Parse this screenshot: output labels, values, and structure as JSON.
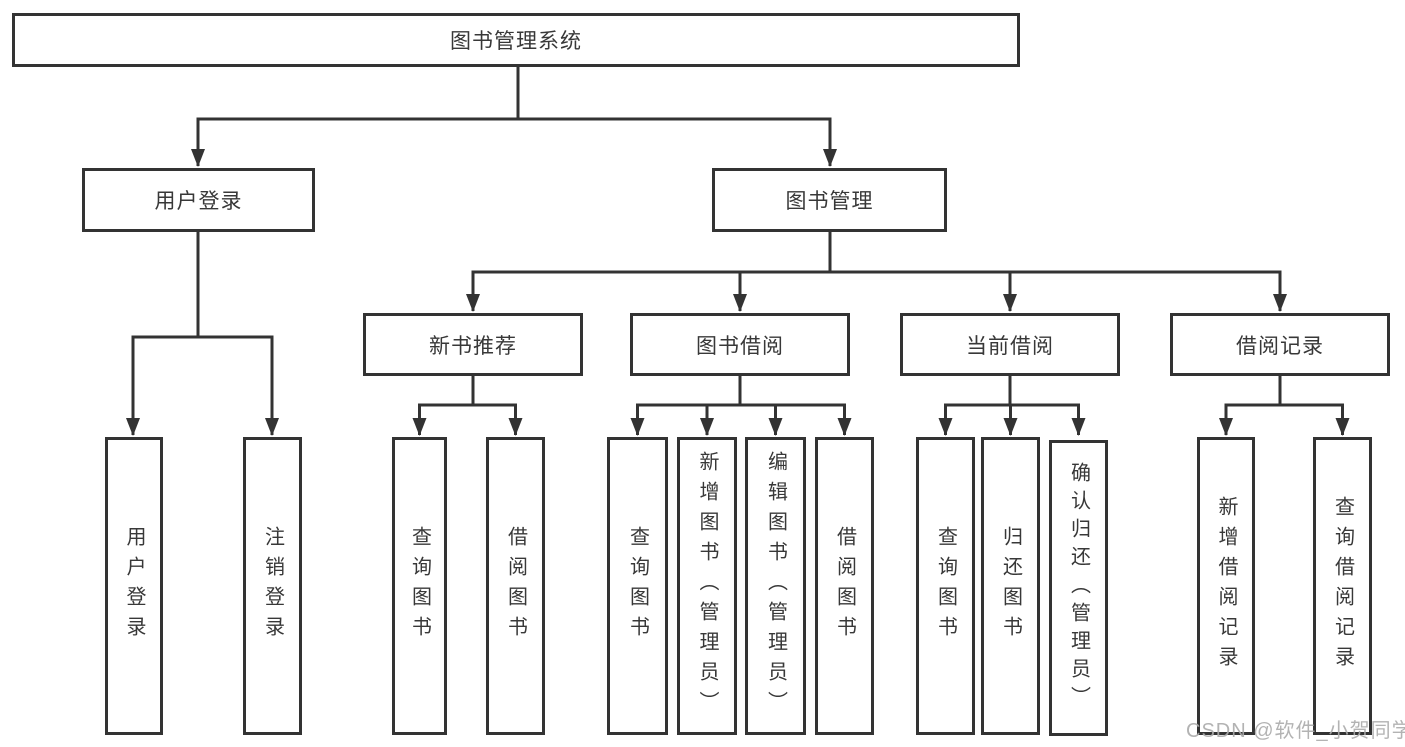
{
  "diagram": {
    "type": "hierarchy-tree",
    "nodes": {
      "root": "图书管理系统",
      "user_login": "用户登录",
      "book_management": "图书管理",
      "new_book_recommend": "新书推荐",
      "book_borrowing": "图书借阅",
      "current_borrowing": "当前借阅",
      "borrowing_records": "借阅记录",
      "leaf_user_login": "用户登录",
      "leaf_logout": "注销登录",
      "leaf_query_books_recommend": "查询图书",
      "leaf_borrow_books_recommend": "借阅图书",
      "leaf_query_books_borrowing": "查询图书",
      "leaf_add_books_admin": "新增图书（管理员）",
      "leaf_edit_books_admin": "编辑图书（管理员）",
      "leaf_borrow_books_borrowing": "借阅图书",
      "leaf_query_books_current": "查询图书",
      "leaf_return_books": "归还图书",
      "leaf_confirm_return_admin": "确认归还（管理员）",
      "leaf_add_borrow_record": "新增借阅记录",
      "leaf_query_borrow_record": "查询借阅记录"
    },
    "edges": [
      [
        "图书管理系统",
        "用户登录"
      ],
      [
        "图书管理系统",
        "图书管理"
      ],
      [
        "用户登录",
        "用户登录(叶)"
      ],
      [
        "用户登录",
        "注销登录"
      ],
      [
        "图书管理",
        "新书推荐"
      ],
      [
        "图书管理",
        "图书借阅"
      ],
      [
        "图书管理",
        "当前借阅"
      ],
      [
        "图书管理",
        "借阅记录"
      ],
      [
        "新书推荐",
        "查询图书"
      ],
      [
        "新书推荐",
        "借阅图书"
      ],
      [
        "图书借阅",
        "查询图书"
      ],
      [
        "图书借阅",
        "新增图书（管理员）"
      ],
      [
        "图书借阅",
        "编辑图书（管理员）"
      ],
      [
        "图书借阅",
        "借阅图书"
      ],
      [
        "当前借阅",
        "查询图书"
      ],
      [
        "当前借阅",
        "归还图书"
      ],
      [
        "当前借阅",
        "确认归还（管理员）"
      ],
      [
        "借阅记录",
        "新增借阅记录"
      ],
      [
        "借阅记录",
        "查询借阅记录"
      ]
    ],
    "colors": {
      "line": "#333333",
      "box_border": "#333333",
      "box_fill": "#ffffff",
      "text": "#383838",
      "background": "#ffffff",
      "watermark": "#ababab"
    }
  },
  "watermark": "CSDN @软件_小贺同学"
}
